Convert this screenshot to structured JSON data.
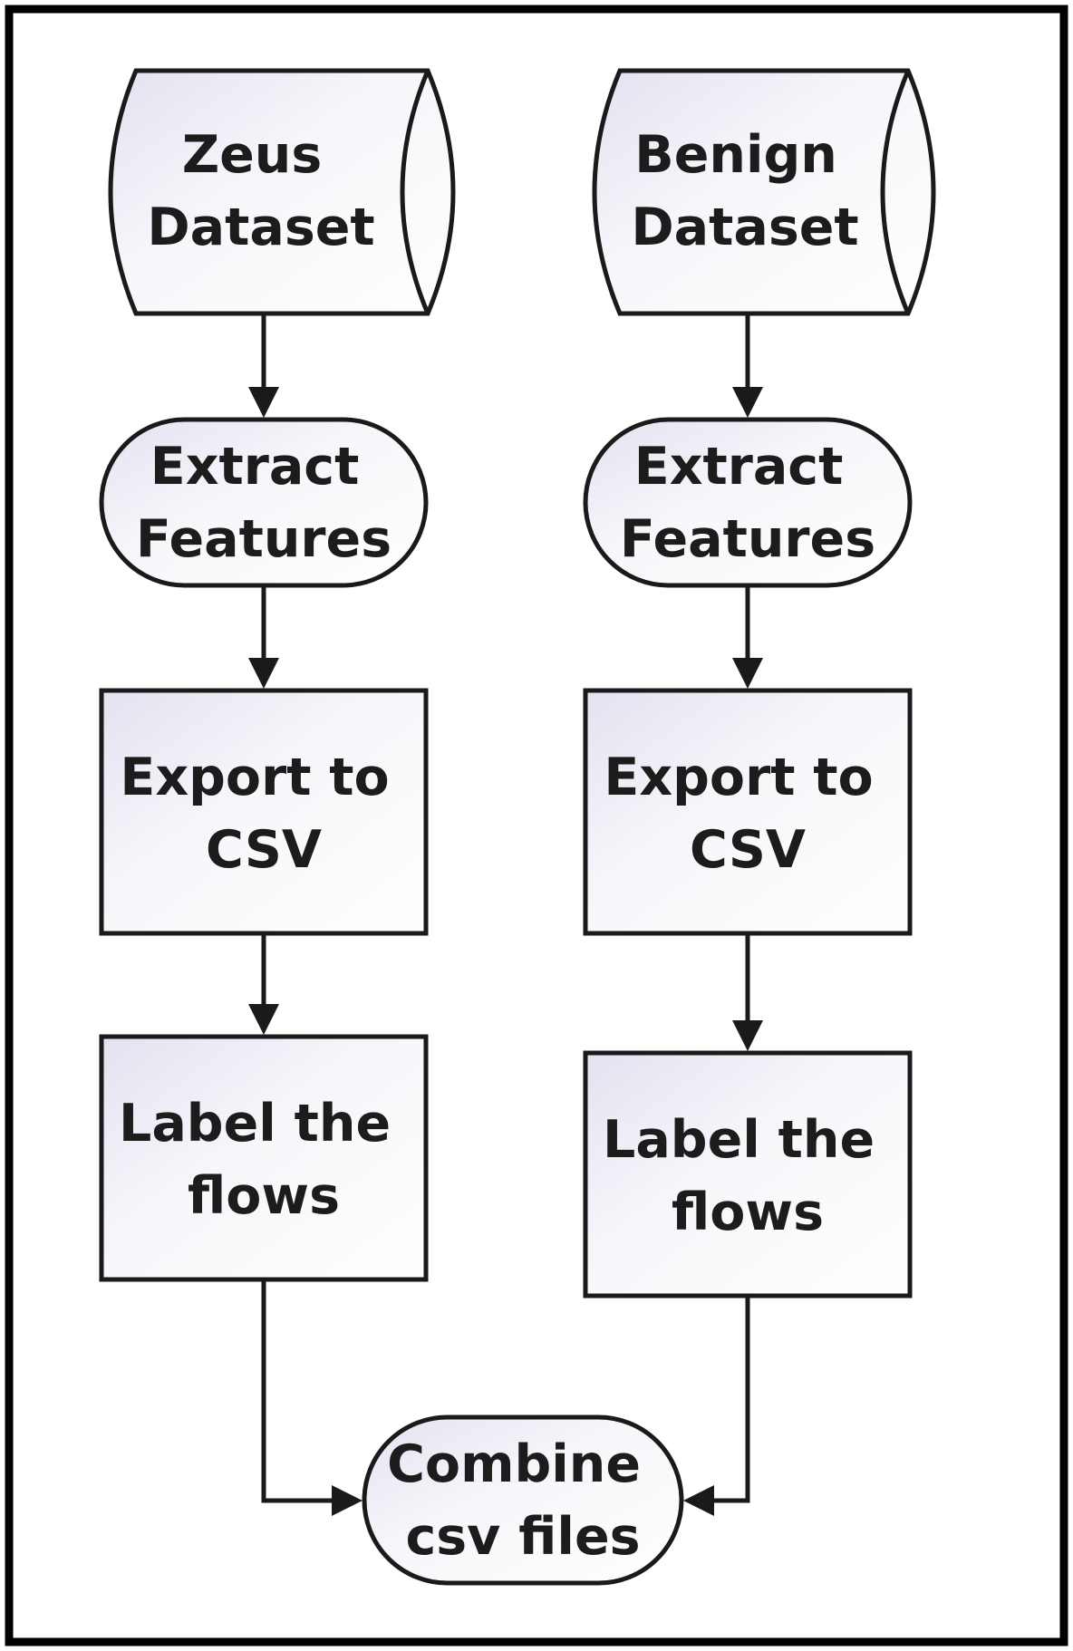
{
  "diagram": {
    "nodes": {
      "zeus_dataset": [
        "Zeus",
        "Dataset"
      ],
      "benign_dataset": [
        "Benign",
        "Dataset"
      ],
      "extract_left": [
        "Extract",
        "Features"
      ],
      "extract_right": [
        "Extract",
        "Features"
      ],
      "export_left": [
        "Export to",
        "CSV"
      ],
      "export_right": [
        "Export to",
        "CSV"
      ],
      "label_left": [
        "Label the",
        "flows"
      ],
      "label_right": [
        "Label the",
        "flows"
      ],
      "combine": [
        "Combine",
        "csv files"
      ]
    },
    "edges": [
      {
        "from": "zeus_dataset",
        "to": "extract_left"
      },
      {
        "from": "extract_left",
        "to": "export_left"
      },
      {
        "from": "export_left",
        "to": "label_left"
      },
      {
        "from": "label_left",
        "to": "combine"
      },
      {
        "from": "benign_dataset",
        "to": "extract_right"
      },
      {
        "from": "extract_right",
        "to": "export_right"
      },
      {
        "from": "export_right",
        "to": "label_right"
      },
      {
        "from": "label_right",
        "to": "combine"
      }
    ]
  }
}
